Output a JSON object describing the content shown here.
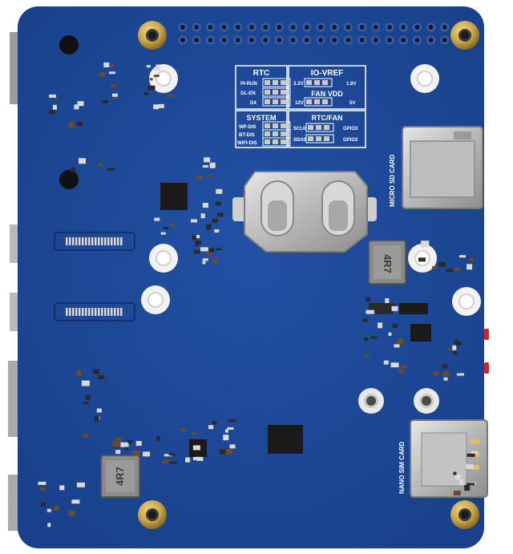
{
  "colors": {
    "pcb": "#1e4a9a",
    "pcb_dark": "#163a7c",
    "silkscreen": "#ffffff",
    "gold": "#c9a64a",
    "steel": "#c8c8c8",
    "chip": "#1b1b1b",
    "led": "#d92020"
  },
  "labels": {
    "rtc": "RTC",
    "pi_run": "PI-RUN",
    "gl_en": "GL-EN",
    "d4": "D4",
    "io_vref": "IO-VREF",
    "v33": "3.3V",
    "v18": "1.8V",
    "fan_vdd": "FAN VDD",
    "v12": "12V",
    "v5": "5V",
    "system": "SYSTEM",
    "wp_dis": "WP-DIS",
    "bt_dis": "BT-DIS",
    "wifi_dis": "WIFI-DIS",
    "rtc_fan": "RTC/FAN",
    "scl0": "SCL0",
    "sda0": "SDA0",
    "gpio3": "GPIO3",
    "gpio2": "GPIO2",
    "micro_sd_card": "MICRO SD CARD",
    "nano_sim_card": "NANO SIM CARD",
    "inductor_top": "4R7",
    "inductor_bottom": "4R7"
  },
  "icons": {
    "mount_hole": "gold-ring-mount-hole-icon",
    "led": "red-led-icon"
  }
}
